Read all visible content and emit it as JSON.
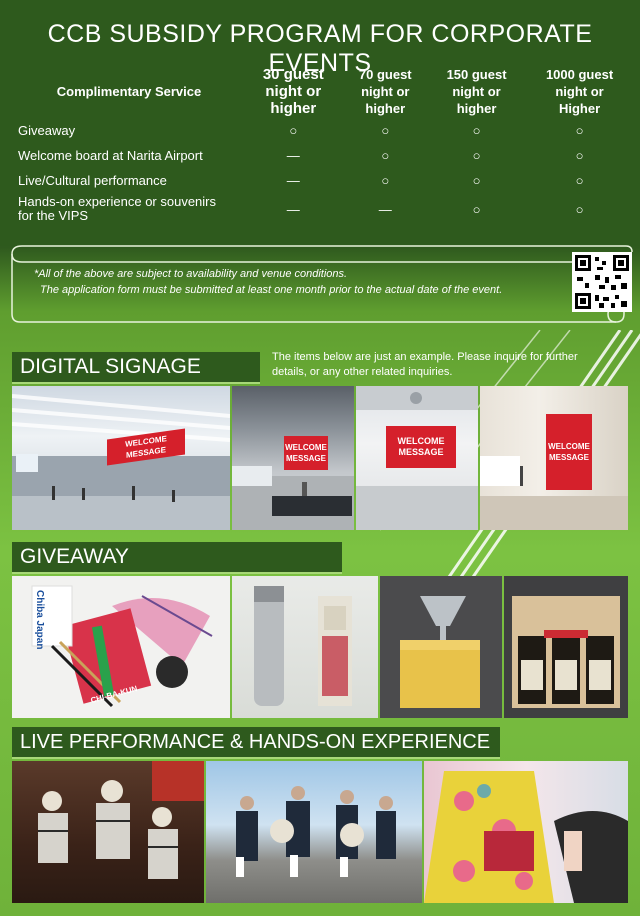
{
  "title": "CCB SUBSIDY PROGRAM FOR CORPORATE EVENTS",
  "table": {
    "service_header": "Complimentary Service",
    "tiers": [
      {
        "line1": "30 guest",
        "line2": "night or",
        "line3": "higher"
      },
      {
        "line1": "70 guest",
        "line2": "night or",
        "line3": "higher"
      },
      {
        "line1": "150 guest",
        "line2": "night or",
        "line3": "higher"
      },
      {
        "line1": "1000 guest",
        "line2": "night or",
        "line3": "Higher"
      }
    ],
    "rows": [
      {
        "label1": "Giveaway",
        "label2": "",
        "marks": [
          "○",
          "○",
          "○",
          "○"
        ]
      },
      {
        "label1": "Welcome board at Narita Airport",
        "label2": "",
        "marks": [
          "—",
          "○",
          "○",
          "○"
        ]
      },
      {
        "label1": "Live/Cultural performance",
        "label2": "",
        "marks": [
          "—",
          "○",
          "○",
          "○"
        ]
      },
      {
        "label1": "Hands-on experience or souvenirs",
        "label2": "for the VIPS",
        "marks": [
          "—",
          "—",
          "○",
          "○"
        ]
      }
    ]
  },
  "notice": {
    "line1": "*All of the above are subject to availability and venue conditions.",
    "line2": "The application form must be submitted at least one month prior to the actual date of the event."
  },
  "sections": {
    "digital_signage": "DIGITAL SIGNAGE",
    "intro_line1": "The items below are just an example. Please inquire for further",
    "intro_line2": "details, or any other related inquiries.",
    "giveaway": "GIVEAWAY",
    "live": "LIVE PERFORMANCE & HANDS-ON EXPERIENCE"
  },
  "signage": {
    "sign1": "WELCOME MESSAGE",
    "sign2_l1": "WELCOME",
    "sign2_l2": "MESSAGE",
    "sign3_l1": "WELCOME",
    "sign3_l2": "MESSAGE",
    "sign4_l1": "WELCOME",
    "sign4_l2": "MESSAGE"
  },
  "giveaway_text": {
    "bag": "Chiba Japan",
    "fan": "CHI-BA-KUN"
  },
  "colors": {
    "dark_green": "#2e5a1d",
    "light_green": "#7cc242",
    "sign_red": "#d5202b"
  }
}
